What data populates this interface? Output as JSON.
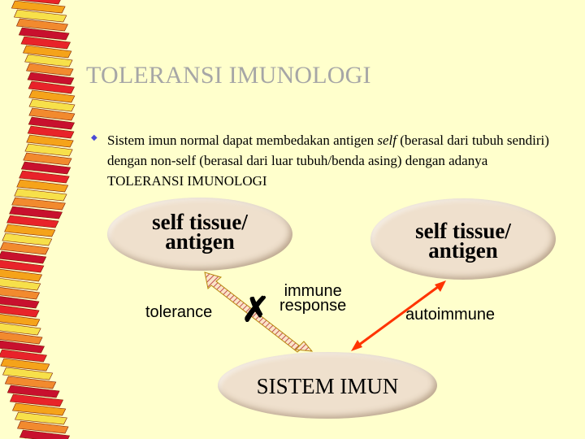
{
  "slide": {
    "title": "TOLERANSI IMUNOLOGI",
    "bullet": {
      "text_before": "Sistem imun normal dapat membedakan antigen ",
      "emphasis": "self",
      "text_after": " (berasal dari tubuh sendiri) dengan non-self (berasal dari luar tubuh/benda asing) dengan adanya TOLERANSI IMUNOLOGI"
    }
  },
  "diagram": {
    "left_node": {
      "line1": "self tissue/",
      "line2": "antigen"
    },
    "right_node": {
      "line1": "self tissue/",
      "line2": "antigen"
    },
    "bottom_node": "SISTEM IMUN",
    "tolerance_label": "tolerance",
    "blocked_mark": "✗",
    "immune_response": {
      "line1": "immune",
      "line2": "response"
    },
    "autoimmune_label": "autoimmune"
  },
  "colors": {
    "background": "#ffffcc",
    "title": "#a6a6a6",
    "node_fill": "#efe0cd",
    "arrow_orange": "#ff3300",
    "arrow_hatched": "#c0504d"
  }
}
